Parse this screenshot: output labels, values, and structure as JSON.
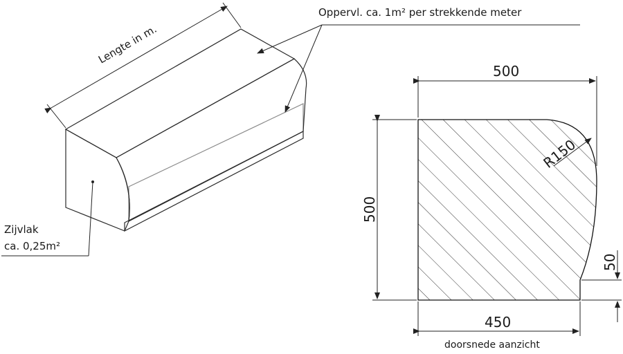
{
  "labels": {
    "length": "Lengte in m.",
    "surface": "Oppervl. ca. 1m² per strekkende meter",
    "side_title": "Zijvlak",
    "side_value": "ca. 0,25m²",
    "caption": "doorsnede aanzicht"
  },
  "dimensions": {
    "width_top": "500",
    "height": "500",
    "radius": "R150",
    "step": "50",
    "width_bottom": "450"
  },
  "colors": {
    "hatch": "#333333",
    "top_face": "#d4d7da",
    "front_face": "#c3c6c9",
    "side_face": "#a9acaf"
  }
}
